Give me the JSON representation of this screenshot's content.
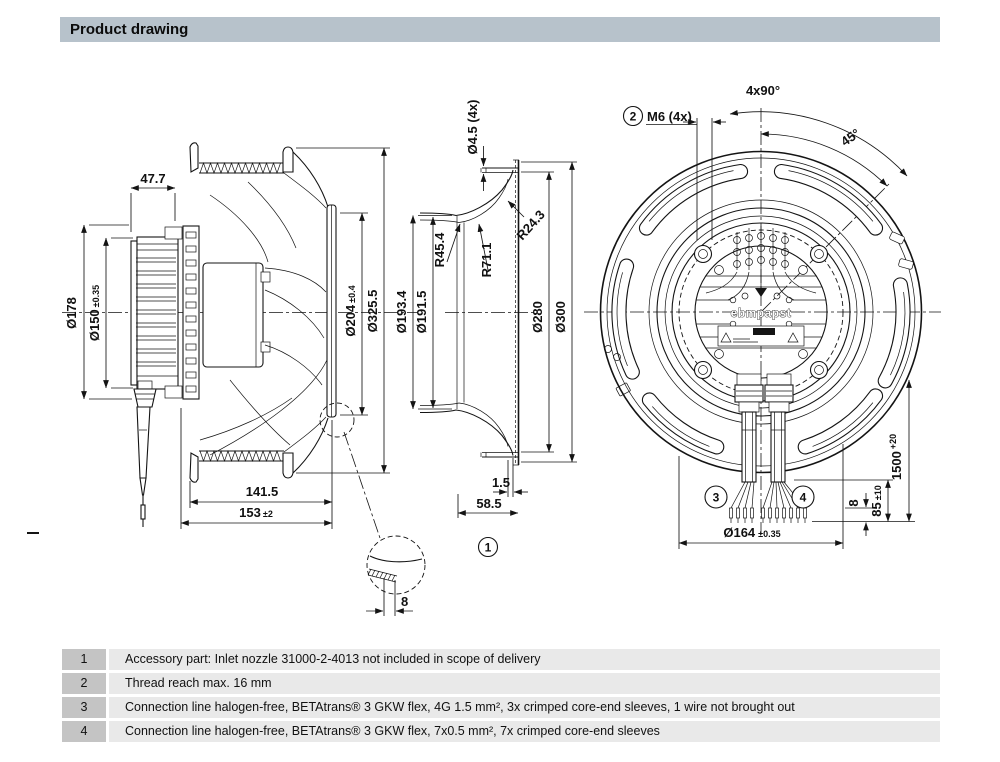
{
  "header": {
    "title": "Product drawing"
  },
  "dims": {
    "w477": "47.7",
    "d178": "Ø178",
    "d150": "Ø150",
    "d150_tol": "±0.35",
    "d204": "Ø204",
    "d204_tol": "±0.4",
    "d3255": "Ø325.5",
    "l1415": "141.5",
    "l153": "153",
    "l153_tol": "±2",
    "detail8": "8",
    "d45_4x": "Ø4.5 (4x)",
    "r454": "R45.4",
    "r711": "R71.1",
    "r243": "R24.3",
    "d1934": "Ø193.4",
    "d1915": "Ø191.5",
    "d280": "Ø280",
    "d300": "Ø300",
    "t15": "1.5",
    "l585": "58.5",
    "a4x90": "4x90°",
    "a45": "45°",
    "m6": "M6 (4x)",
    "d164": "Ø164",
    "d164_tol": "±0.35",
    "l1500": "1500",
    "l1500_tol": "+20",
    "l85": "85",
    "l85_tol": "±10",
    "wire8": "8"
  },
  "callouts": {
    "c1": "1",
    "c2": "2",
    "c3": "3",
    "c4": "4"
  },
  "logo": "ebmpapst",
  "notes": {
    "rows": [
      {
        "num": "1",
        "text": "Accessory part: Inlet nozzle 31000-2-4013 not included in scope of delivery"
      },
      {
        "num": "2",
        "text": "Thread reach max. 16 mm"
      },
      {
        "num": "3",
        "text": "Connection line halogen-free, BETAtrans® 3 GKW flex, 4G 1.5 mm², 3x crimped core-end sleeves, 1 wire not brought out"
      },
      {
        "num": "4",
        "text": "Connection line halogen-free, BETAtrans® 3 GKW flex, 7x0.5 mm², 7x crimped core-end sleeves"
      }
    ]
  }
}
